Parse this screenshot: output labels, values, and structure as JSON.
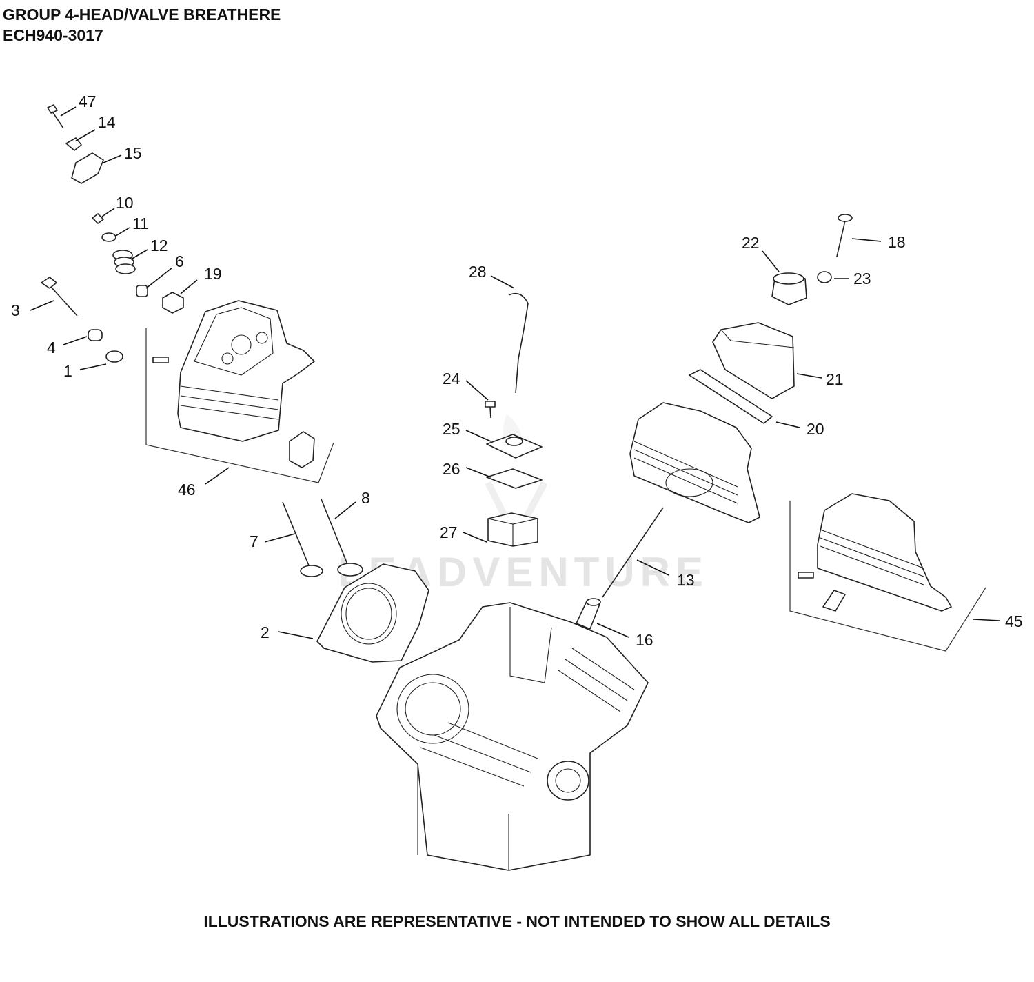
{
  "header": {
    "title": "GROUP 4-HEAD/VALVE BREATHERE",
    "model": "ECH940-3017"
  },
  "footer": {
    "note": "ILLUSTRATIONS ARE REPRESENTATIVE - NOT INTENDED TO SHOW ALL DETAILS"
  },
  "watermark": "LEADVENTURE",
  "callouts": [
    "47",
    "14",
    "15",
    "10",
    "11",
    "12",
    "6",
    "19",
    "3",
    "4",
    "1",
    "46",
    "7",
    "8",
    "2",
    "28",
    "24",
    "25",
    "26",
    "27",
    "22",
    "18",
    "23",
    "21",
    "20",
    "13",
    "16",
    "45"
  ]
}
